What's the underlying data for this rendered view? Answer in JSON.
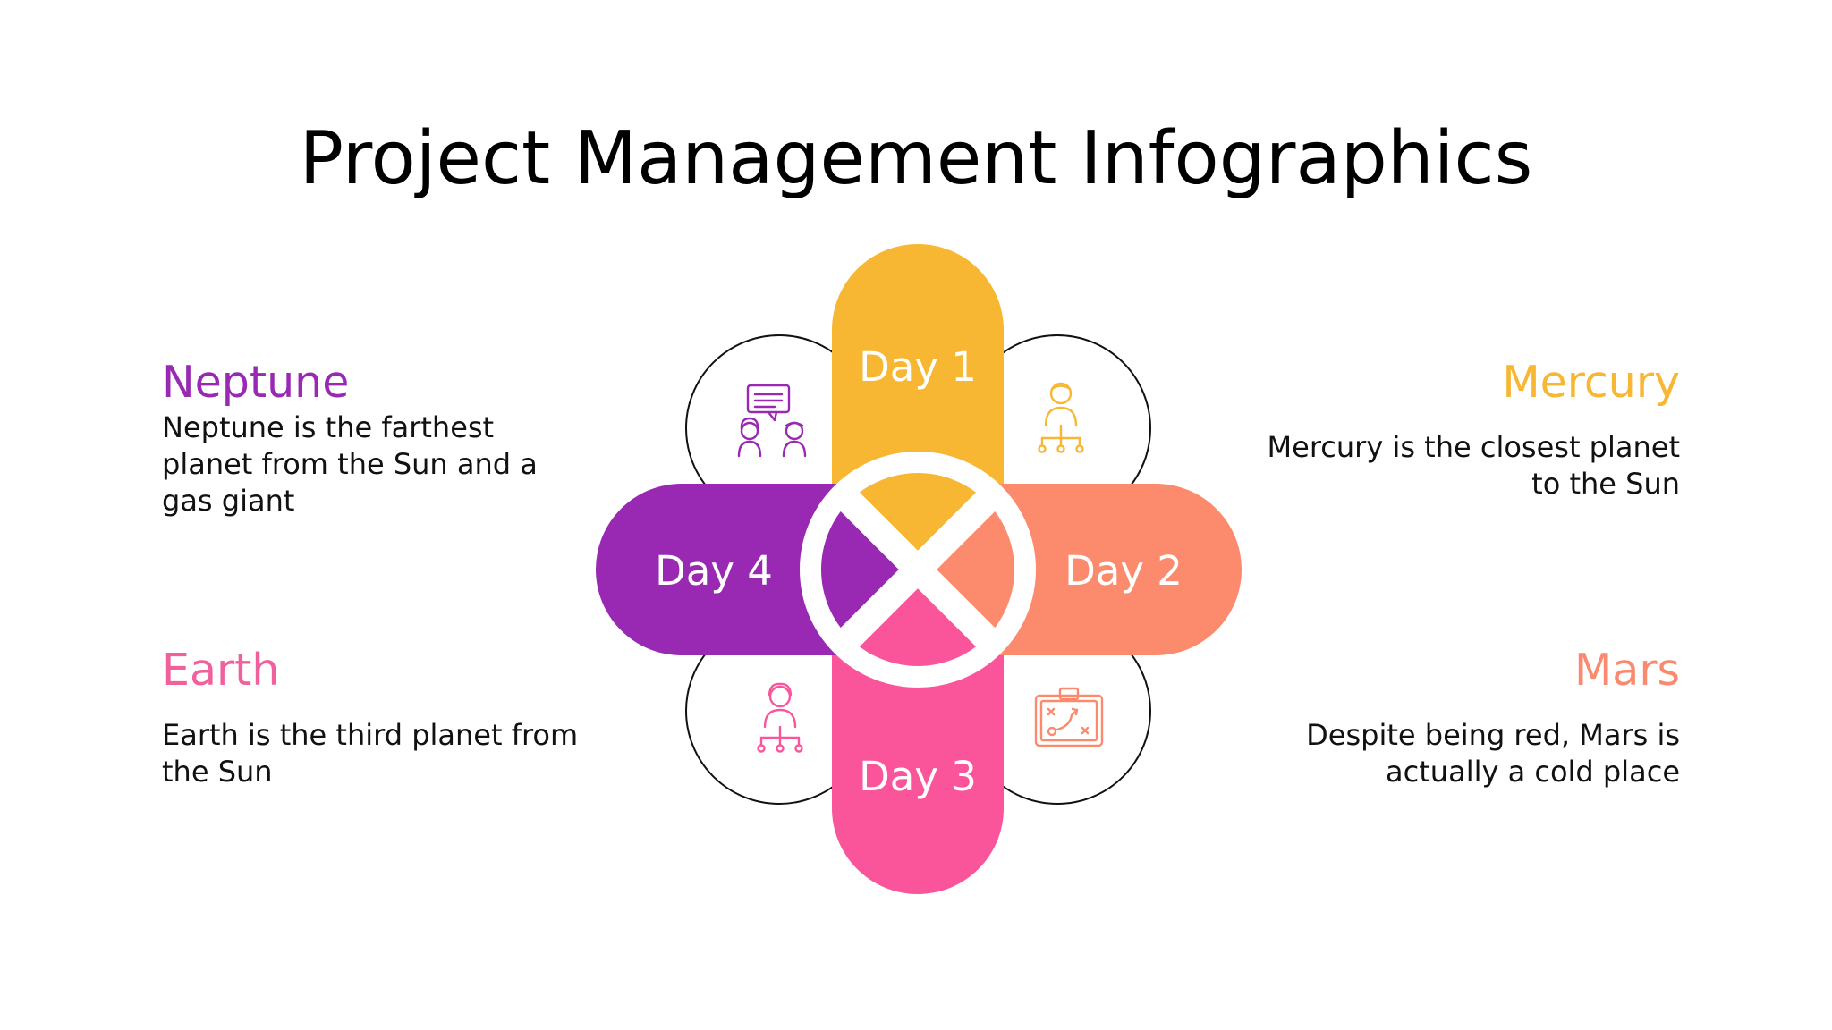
{
  "title": "Project Management Infographics",
  "colors": {
    "day1": "#F8B733",
    "day2": "#FC8A6C",
    "day3": "#FA559B",
    "day4": "#9928B3",
    "neptune": "#9928B3",
    "mercury": "#F8B733",
    "earth": "#F0609C",
    "mars": "#F98A70"
  },
  "days": {
    "day1": "Day 1",
    "day2": "Day 2",
    "day3": "Day 3",
    "day4": "Day 4"
  },
  "icons": {
    "top_left": "team-chat-icon",
    "top_right": "male-hierarchy-icon",
    "bottom_left": "female-hierarchy-icon",
    "bottom_right": "strategy-board-icon"
  },
  "blocks": {
    "neptune": {
      "heading": "Neptune",
      "lines": [
        "Neptune is the farthest",
        "planet from the Sun and a",
        "gas giant"
      ]
    },
    "mercury": {
      "heading": "Mercury",
      "lines": [
        "Mercury is the closest planet",
        "to the Sun"
      ]
    },
    "earth": {
      "heading": "Earth",
      "lines": [
        "Earth is the third planet from",
        "the Sun"
      ]
    },
    "mars": {
      "heading": "Mars",
      "lines": [
        "Despite being red, Mars is",
        "actually a cold place"
      ]
    }
  }
}
